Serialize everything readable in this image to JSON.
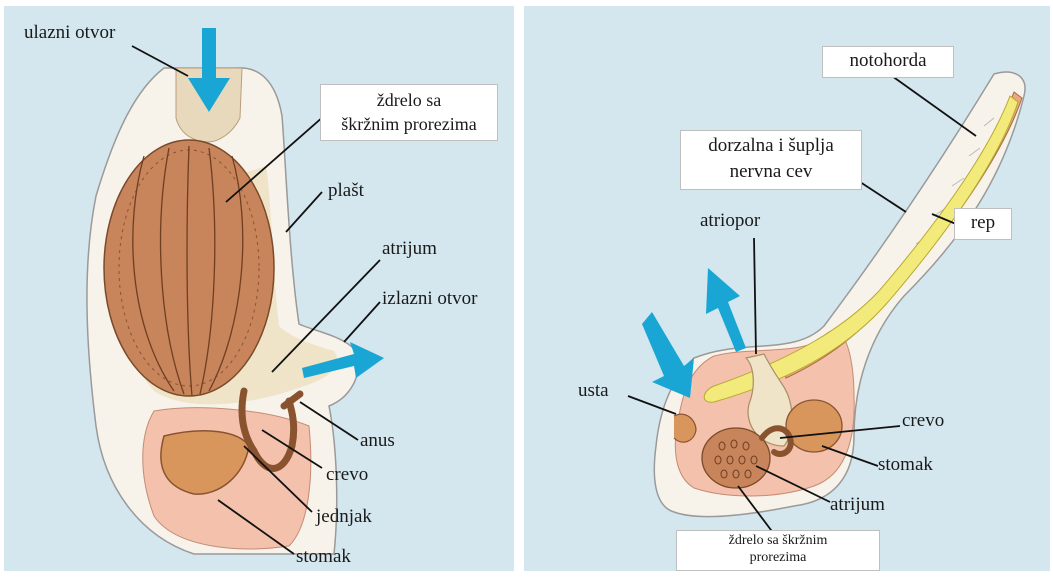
{
  "left": {
    "labels": {
      "inlet": "ulazni otvor",
      "pharynx_line1": "ždrelo sa",
      "pharynx_line2": "škržnim prorezima",
      "tunic": "plašt",
      "atrium": "atrijum",
      "outlet": "izlazni otvor",
      "anus": "anus",
      "intestine": "crevo",
      "esophagus": "jednjak",
      "stomach": "stomak"
    }
  },
  "right": {
    "labels": {
      "notochord": "notohorda",
      "nerve_line1": "dorzalna i šuplja",
      "nerve_line2": "nervna cev",
      "tail": "rep",
      "atriopore": "atriopor",
      "mouth": "usta",
      "intestine": "crevo",
      "stomach": "stomak",
      "atrium": "atrijum",
      "pharynx_line1": "ždrelo sa škržnim",
      "pharynx_line2": "prorezima"
    }
  },
  "colors": {
    "background": "#d4e6ee",
    "arrow": "#1aa6d4",
    "tunic": "#f7f3ea",
    "atrium": "#efe3c8",
    "pharynx": "#c8845a",
    "gut": "#d9965c",
    "pink": "#f3c1ac",
    "nerve": "#f2ea7a",
    "notochord": "#e8a87c"
  }
}
